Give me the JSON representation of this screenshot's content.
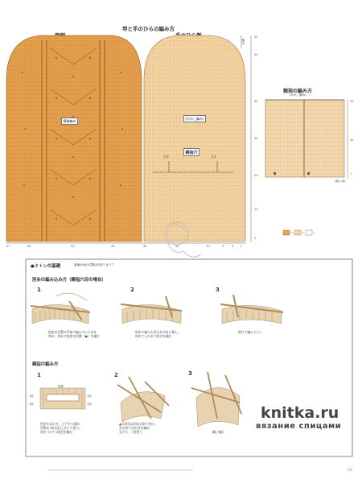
{
  "main_chart": {
    "title": "甲と手のひらの編み方",
    "back_label": "甲側",
    "palm_label": "手のひら側",
    "pattern_label": "模様編み",
    "kanoko_label": "(かのこ編み)",
    "thumb_hole_label": "親指穴",
    "left_hand_label": "左手",
    "right_hand_label": "右手",
    "side_note": "鎖ぎ",
    "x_ticks": [
      "57",
      "55",
      "",
      "",
      "",
      "",
      "",
      "50",
      "",
      "",
      "",
      "40",
      "",
      "",
      "",
      "30",
      "",
      "",
      "",
      "20",
      "",
      "",
      "",
      "10",
      "",
      "",
      "",
      "",
      "5",
      "3",
      "1"
    ],
    "y_ticks": [
      "55",
      "50",
      "40",
      "30",
      "20",
      "10",
      "1"
    ]
  },
  "thumb_chart": {
    "title": "親指の編み方",
    "subtitle": "(かのこ編み)",
    "y_ticks": [
      "20",
      "10",
      "1"
    ],
    "pickup_label": "(拾い目)"
  },
  "legend": {
    "items": [
      "□",
      "=",
      "□",
      "=",
      "—"
    ]
  },
  "instructions": {
    "header": "●ミトンの基礎",
    "header_note": "各編み地の位置は作品と比べて",
    "section1_title": "別糸の編み込み方（親指穴目の場合）",
    "steps1": [
      {
        "num": "1",
        "caption": "指定の位置の手前で編んでいた糸を\n休め、別糸で指定の目数（●）を編む"
      },
      {
        "num": "2",
        "caption": "別糸で編んだ目を左の針に移し、\n休めていた糸で続きを編む"
      },
      {
        "num": "3",
        "caption": "続けて編んでいく"
      }
    ],
    "section2_title": "親指の編み方",
    "steps2": [
      {
        "num": "1",
        "caption": "別糸をほどき、上下から指の\n目数を3本の針に分けて拾う。\n糸をつけて1段目を編む"
      },
      {
        "num": "2",
        "caption": "▲の部分は別糸の針で拾い、\n左の針で次の目を編み\nながら、1目拾う"
      },
      {
        "num": "3",
        "caption": "輪に編む"
      }
    ],
    "mini_labels": [
      "別糸",
      "1目",
      "1目",
      "1目",
      "1目"
    ]
  },
  "watermark": {
    "brand": "knitka.ru",
    "tagline": "вязание спицами"
  },
  "page_number": "53",
  "colors": {
    "back_orange": "#E8A24E",
    "palm_peach": "#F6D6A6",
    "thumb_peach": "#F6DCB3",
    "grid_line": "#B27A3A",
    "box_border": "#6D6D6D"
  }
}
